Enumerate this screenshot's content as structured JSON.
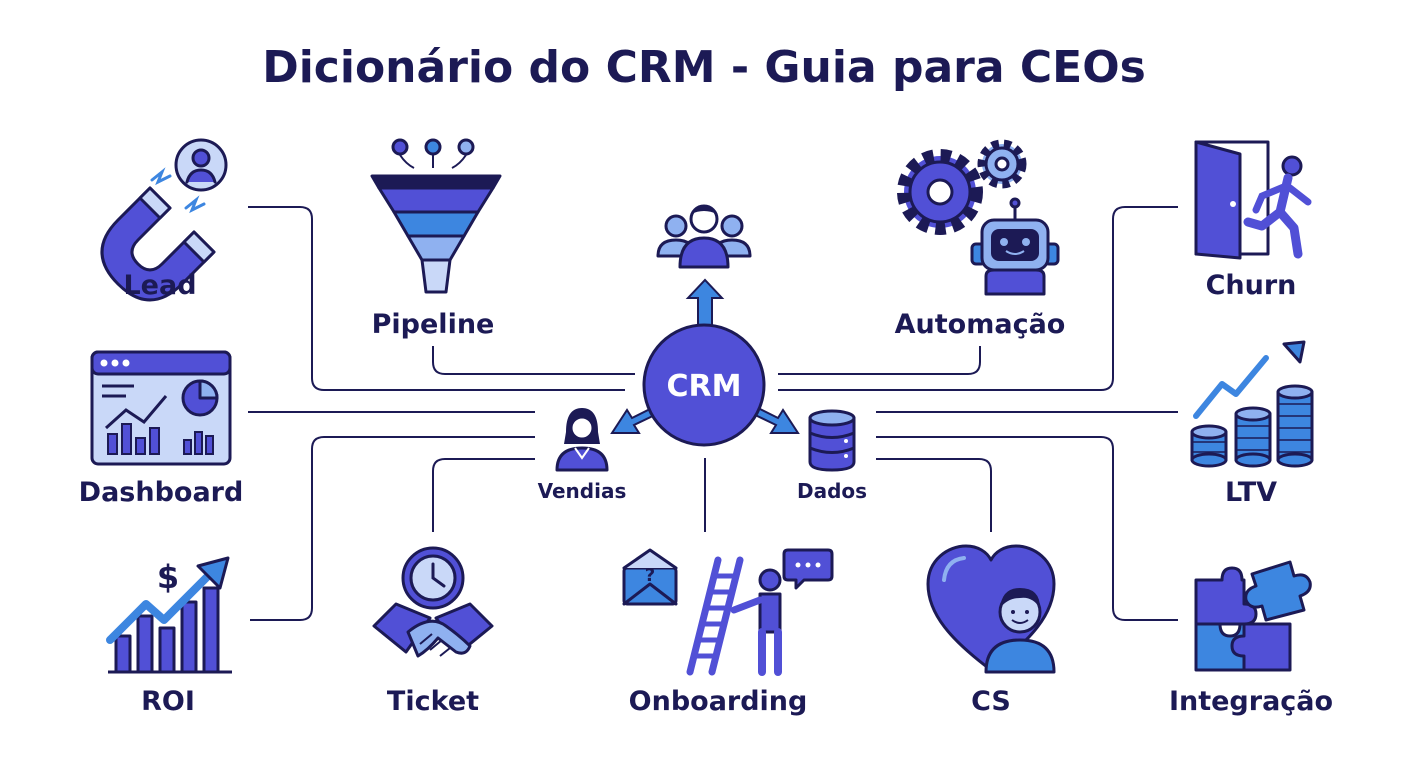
{
  "title": "Dicionário do CRM - Guia para CEOs",
  "hub": {
    "label": "CRM"
  },
  "satellites": {
    "vendas": "Vendias",
    "dados": "Dados"
  },
  "terms": {
    "lead": "Lead",
    "pipeline": "Pipeline",
    "automacao": "Automação",
    "churn": "Churn",
    "dashboard": "Dashboard",
    "ltv": "LTV",
    "roi": "ROI",
    "ticket": "Ticket",
    "onboarding": "Onboarding",
    "cs": "CS",
    "integracao": "Integração"
  },
  "icons": {
    "lead": "magnet-person-icon",
    "pipeline": "funnel-icon",
    "automacao": "gears-robot-icon",
    "churn": "exit-door-icon",
    "dashboard": "analytics-window-icon",
    "ltv": "coin-stacks-growth-icon",
    "roi": "dollar-growth-chart-icon",
    "ticket": "clock-handshake-icon",
    "onboarding": "ladder-envelope-icon",
    "cs": "heart-person-icon",
    "integracao": "puzzle-icon",
    "team": "team-icon",
    "vendas": "saleswoman-icon",
    "dados": "database-icon"
  },
  "colors": {
    "navy": "#1c1a55",
    "primary": "#5150d6",
    "light": "#8fb1f0",
    "pale": "#c9d8f8",
    "accent": "#3d86e0"
  }
}
